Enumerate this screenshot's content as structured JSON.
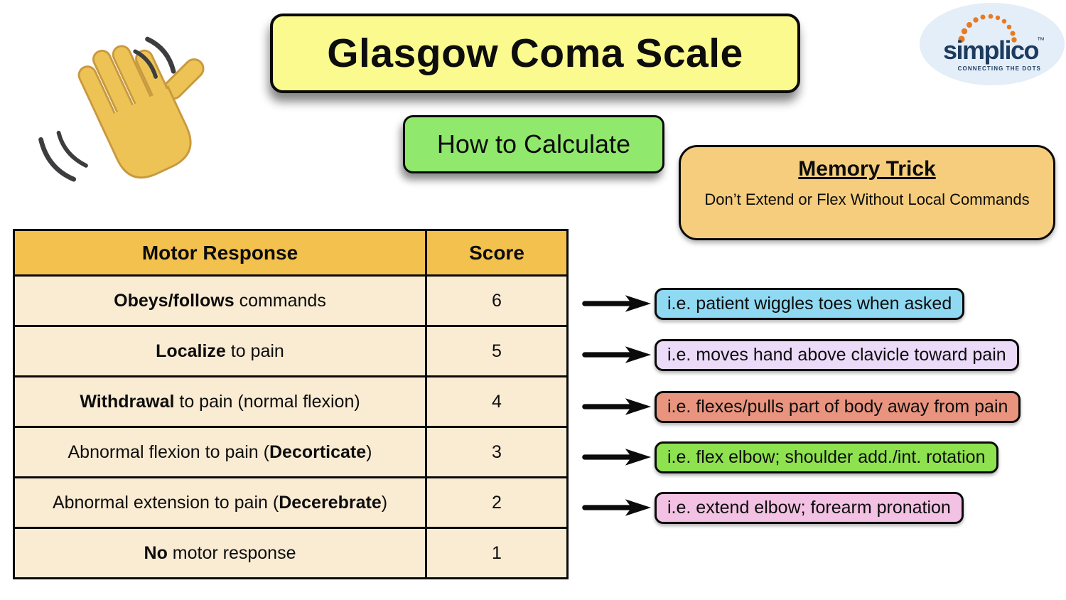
{
  "page": {
    "title": "Glasgow Coma Scale",
    "badge": "How to Calculate"
  },
  "memory_trick": {
    "title": "Memory Trick",
    "text": "Don’t Extend or Flex Without Local Commands"
  },
  "logo": {
    "name": "simplico",
    "trademark": "™",
    "tagline": "CONNECTING THE DOTS"
  },
  "table": {
    "headers": [
      "Motor Response",
      "Score"
    ],
    "rows": [
      {
        "label_parts": [
          {
            "text": "Obeys/follows",
            "bold": true
          },
          {
            "text": " commands",
            "bold": false
          }
        ],
        "score": "6"
      },
      {
        "label_parts": [
          {
            "text": "Localize",
            "bold": true
          },
          {
            "text": " to pain",
            "bold": false
          }
        ],
        "score": "5"
      },
      {
        "label_parts": [
          {
            "text": "Withdrawal",
            "bold": true
          },
          {
            "text": " to pain (normal flexion)",
            "bold": false
          }
        ],
        "score": "4"
      },
      {
        "label_parts": [
          {
            "text": "Abnormal flexion to pain (",
            "bold": false
          },
          {
            "text": "Decorticate",
            "bold": true
          },
          {
            "text": ")",
            "bold": false
          }
        ],
        "score": "3"
      },
      {
        "label_parts": [
          {
            "text": "Abnormal extension to pain (",
            "bold": false
          },
          {
            "text": "Decerebrate",
            "bold": true
          },
          {
            "text": ")",
            "bold": false
          }
        ],
        "score": "2"
      },
      {
        "label_parts": [
          {
            "text": "No",
            "bold": true
          },
          {
            "text": " motor response",
            "bold": false
          }
        ],
        "score": "1"
      }
    ]
  },
  "annotations": [
    {
      "text": "i.e. patient wiggles toes when asked",
      "bg": "#8fd9f2"
    },
    {
      "text": "i.e. moves hand above clavicle toward pain",
      "bg": "#ebdaf8"
    },
    {
      "text": "i.e. flexes/pulls part of body away from pain",
      "bg": "#e8947f"
    },
    {
      "text": "i.e. flex elbow; shoulder add./int. rotation",
      "bg": "#8ee24f"
    },
    {
      "text": "i.e. extend elbow; forearm pronation",
      "bg": "#f3c1e3"
    }
  ],
  "colors": {
    "title_bg": "#fafa8e",
    "badge_bg": "#90e86c",
    "memory_bg": "#f5cd7d",
    "table_header_bg": "#f2c14e",
    "table_row_bg": "#faebd3",
    "logo_bg": "#e4eef8",
    "logo_navy": "#1c3b5e",
    "logo_orange": "#e87a22",
    "hand_fill": "#edc355",
    "hand_stroke": "#c9993f",
    "motion_line": "#3d3d3f"
  }
}
